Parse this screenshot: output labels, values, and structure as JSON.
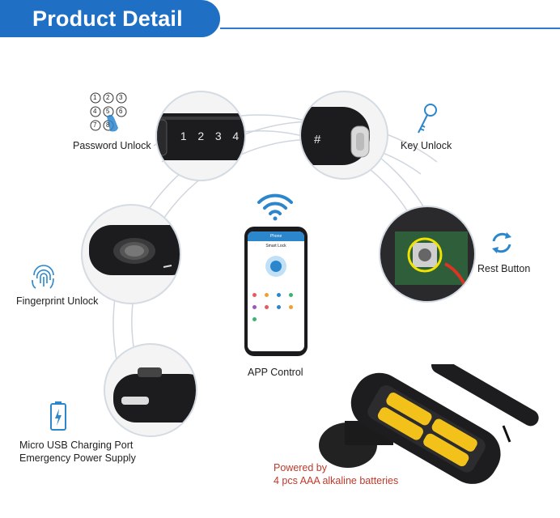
{
  "header": {
    "title": "Product Detail"
  },
  "features": {
    "password": {
      "label": "Password Unlock",
      "keypad": [
        "1",
        "2",
        "3",
        "4",
        "5",
        "6",
        "7",
        "8"
      ]
    },
    "key": {
      "label": "Key Unlock"
    },
    "fingerprint": {
      "label": "Fingerprint Unlock"
    },
    "reset": {
      "label": "Rest Button"
    },
    "app": {
      "label": "APP Control",
      "screen_header": "Phone",
      "screen_title": "Smart Lock"
    },
    "usb": {
      "line1": "Micro USB Charging Port",
      "line2": "Emergency Power Supply"
    },
    "battery": {
      "line1": "Powered by",
      "line2": "4 pcs AAA alkaline batteries"
    },
    "handle_keys": [
      "1",
      "2",
      "3",
      "4"
    ],
    "hash_key": "#"
  },
  "colors": {
    "brand": "#1f6fc5",
    "icon": "#2b86cc",
    "battery_text": "#c0392b"
  }
}
